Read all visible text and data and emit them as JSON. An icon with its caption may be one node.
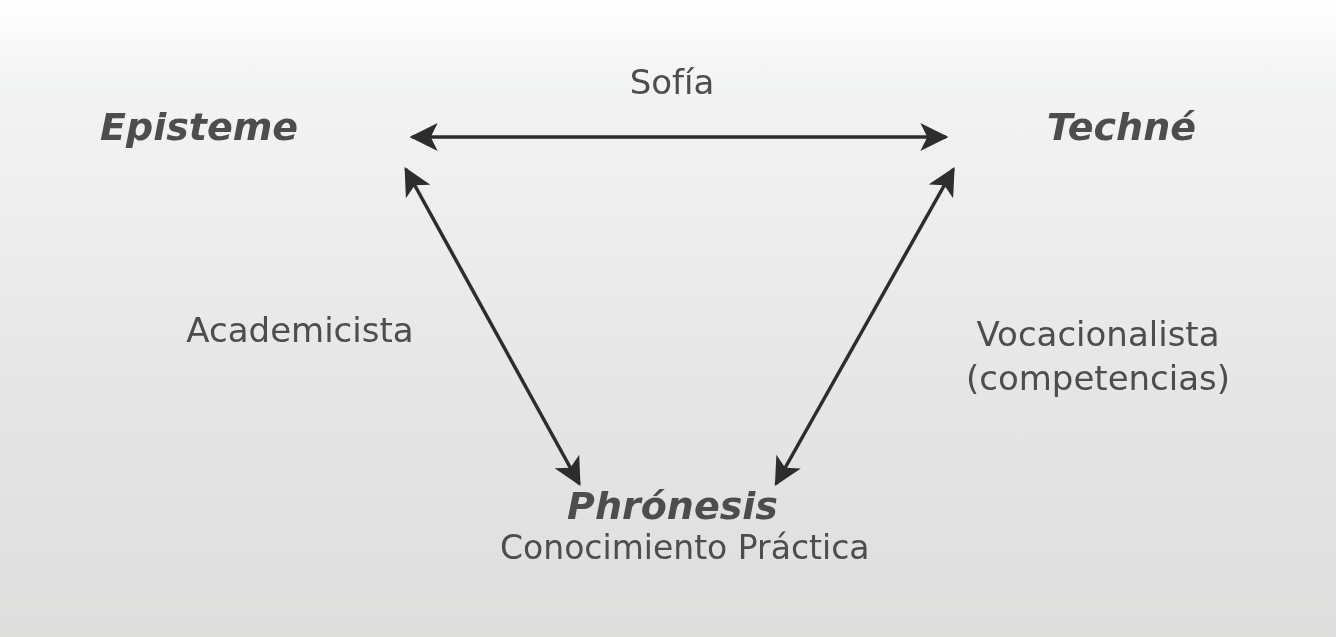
{
  "diagram": {
    "nodes": [
      {
        "text": [
          "Episteme"
        ]
      },
      {
        "text": [
          "Techné"
        ]
      },
      {
        "text": [
          "Phrónesis",
          "Conocimiento Práctica"
        ]
      }
    ],
    "edges": [
      {
        "from": 0,
        "to": 1,
        "arrow": "both",
        "label": "Sofía"
      },
      {
        "from": 0,
        "to": 2,
        "arrow": "both",
        "label": "Academicista"
      },
      {
        "from": 1,
        "to": 2,
        "arrow": "both",
        "label": "Vocacionalista (competencias)"
      }
    ]
  }
}
